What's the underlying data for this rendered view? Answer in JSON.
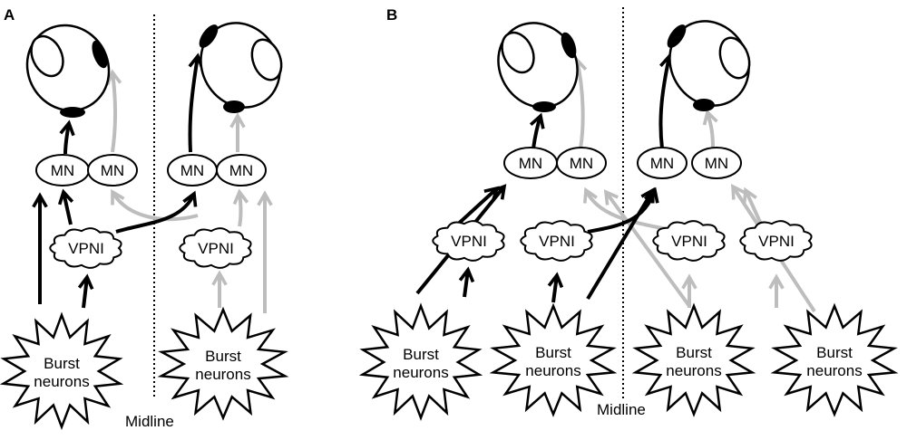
{
  "panels": [
    {
      "label": "A"
    },
    {
      "label": "B"
    }
  ],
  "labels": {
    "mn": "MN",
    "vpni": "VPNI",
    "burst_line1": "Burst",
    "burst_line2": "neurons",
    "midline": "Midline"
  },
  "colors": {
    "active": "#000000",
    "inactive": "#bdbdbd",
    "fill": "#ffffff"
  }
}
